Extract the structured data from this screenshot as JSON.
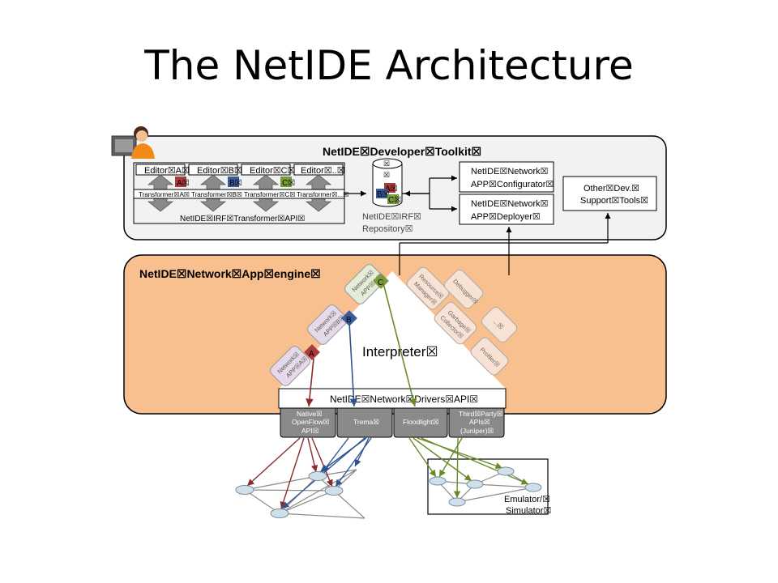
{
  "slide": {
    "title": "The NetIDE Architecture"
  },
  "toolkit": {
    "title": "NetIDE☒Developer☒Toolkit☒",
    "editors": [
      "Editor☒A☒",
      "Editor☒B☒",
      "Editor☒C☒",
      "Editor☒..☒"
    ],
    "editor_tags": [
      "A☒",
      "B☒",
      "C☒"
    ],
    "transformers": [
      "Transformer☒A☒",
      "Transformer☒B☒",
      "Transformer☒C☒",
      "Transformer☒...☒"
    ],
    "transformer_api": "NetIDE☒IRF☒Transformer☒API☒",
    "repo_marks": [
      "☒",
      "☒"
    ],
    "repo_tags": [
      "A☒",
      "B☒",
      "C☒"
    ],
    "repo_label_1": "NetIDE☒IRF☒",
    "repo_label_2": "Repository☒",
    "configurator_1": "NetIDE☒Network☒",
    "configurator_2": "APP☒Configurator☒",
    "deployer_1": "NetIDE☒Network☒",
    "deployer_2": "APP☒Deployer☒",
    "other_1": "Other☒Dev.☒",
    "other_2": "Support☒Tools☒"
  },
  "engine": {
    "title": "NetIDE☒Network☒App☒engine☒",
    "interpreter": "Interpreter☒",
    "apps": [
      {
        "l1": "Network☒",
        "l2": "APP☒A☒",
        "tag": "A"
      },
      {
        "l1": "Network☒",
        "l2": "APP☒B☒",
        "tag": "B"
      },
      {
        "l1": "Network☒",
        "l2": "APP☒C☒",
        "tag": "C"
      }
    ],
    "modules": [
      {
        "l1": "Resource☒",
        "l2": "Manager☒"
      },
      {
        "l1": "Debugger☒",
        "l2": ""
      },
      {
        "l1": "Garbage☒",
        "l2": "Collector☒"
      },
      {
        "l1": "...☒",
        "l2": ""
      },
      {
        "l1": "Profiler☒",
        "l2": ""
      }
    ],
    "drivers_api": "NetIDE☒Network☒Drivers☒API☒",
    "drivers": [
      {
        "lines": [
          "Native☒",
          "OpenFlow☒",
          "API☒"
        ]
      },
      {
        "lines": [
          "Trema☒"
        ]
      },
      {
        "lines": [
          "Floodlight☒"
        ]
      },
      {
        "lines": [
          "Third☒Party☒",
          "APIs☒",
          "(Juniper)☒"
        ]
      }
    ]
  },
  "network": {
    "emulator_1": "Emulator/☒",
    "emulator_2": "Simulator☒"
  },
  "colors": {
    "toolkit_bg": "#f2f2f2",
    "engine_bg": "#f8bf8f",
    "app_bg": "#e6d9ea",
    "tag_a": "#a93b3b",
    "tag_b": "#3b5c9a",
    "tag_c": "#7a9a3b",
    "driver_bg": "#8a8a8a"
  }
}
